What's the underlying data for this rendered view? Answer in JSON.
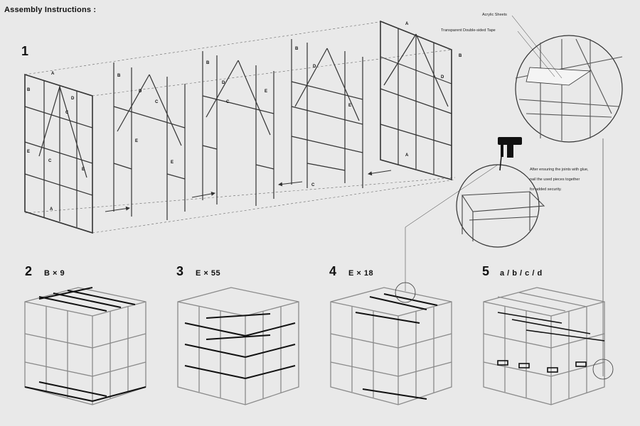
{
  "page": {
    "title": "Assembly Instructions :"
  },
  "steps": [
    {
      "number": "1",
      "label": ""
    },
    {
      "number": "2",
      "label": "B × 9"
    },
    {
      "number": "3",
      "label": "E × 55"
    },
    {
      "number": "4",
      "label": "E × 18"
    },
    {
      "number": "5",
      "label": "a / b / c / d"
    }
  ],
  "callouts": {
    "acrylic": "Acrylic Sheets",
    "tape": "Transparent Double-sided Tape",
    "note_line1": "After ensuring the joints with glue,",
    "note_line2": "nail the used pieces together",
    "note_line3": "for added security."
  },
  "parts": {
    "A": "A",
    "B": "B",
    "C": "C",
    "D": "D",
    "E": "E"
  },
  "colors": {
    "background": "#e9e9e9",
    "frame": "#999999",
    "frame_dark": "#333333",
    "highlight": "#111111"
  },
  "icons": [
    "drill-icon",
    "magnifier-circle",
    "direction-arrow"
  ]
}
